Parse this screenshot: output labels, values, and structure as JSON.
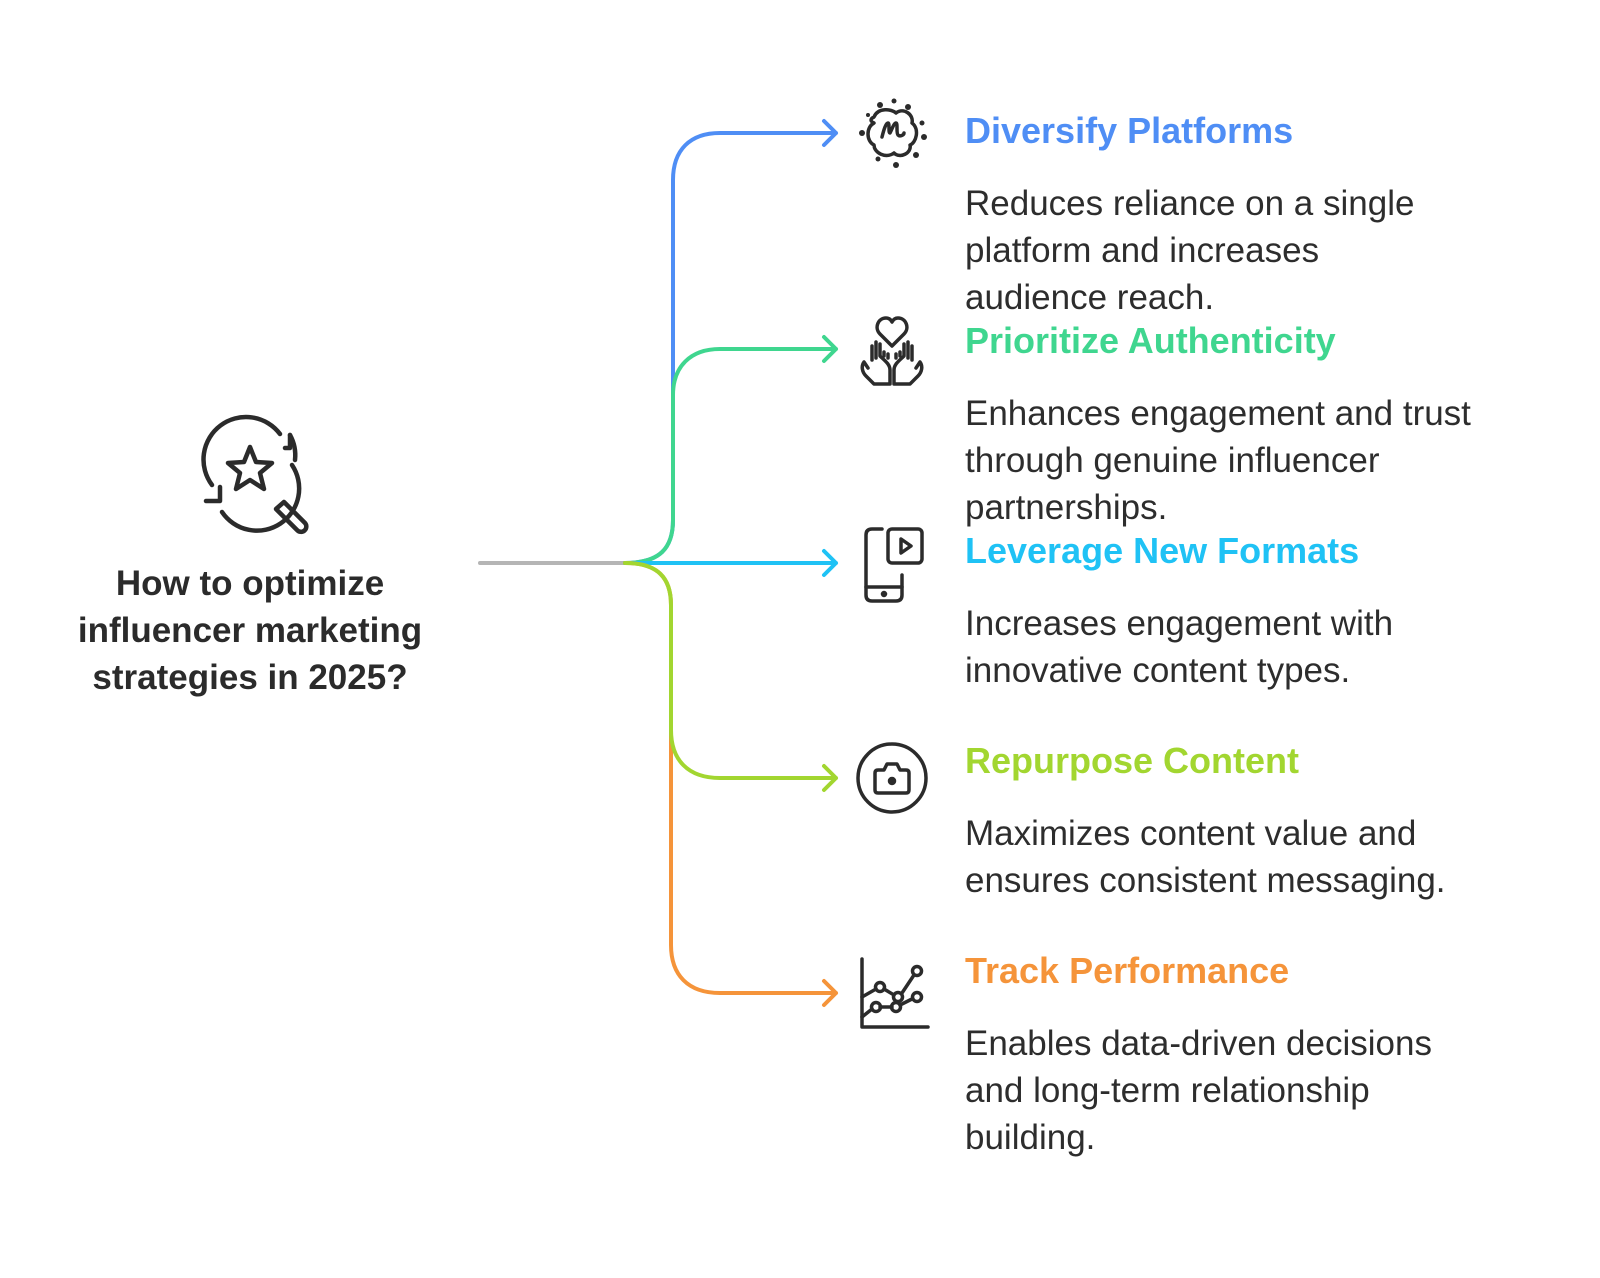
{
  "root": {
    "icon": "star-search-refresh-icon",
    "title_lines": [
      "How to optimize",
      "influencer marketing",
      "strategies in 2025?"
    ]
  },
  "stem_color": "#b5b5b5",
  "branches": [
    {
      "title": "Diversify Platforms",
      "description_lines": [
        "Reduces reliance on a single",
        "platform and increases",
        "audience reach."
      ],
      "color": "#4f8ef5",
      "icon": "meetup-splash-icon"
    },
    {
      "title": "Prioritize Authenticity",
      "description_lines": [
        "Enhances engagement and trust",
        "through genuine influencer",
        "partnerships."
      ],
      "color": "#3fd68f",
      "icon": "hands-heart-icon"
    },
    {
      "title": "Leverage New Formats",
      "description_lines": [
        "Increases engagement with",
        "innovative content types."
      ],
      "color": "#1fc2f5",
      "icon": "mobile-video-icon"
    },
    {
      "title": "Repurpose Content",
      "description_lines": [
        "Maximizes content value and",
        "ensures consistent messaging."
      ],
      "color": "#a2d630",
      "icon": "camera-circle-icon"
    },
    {
      "title": "Track Performance",
      "description_lines": [
        "Enables data-driven decisions",
        "and long-term relationship",
        "building."
      ],
      "color": "#f5943a",
      "icon": "line-chart-icon"
    }
  ]
}
